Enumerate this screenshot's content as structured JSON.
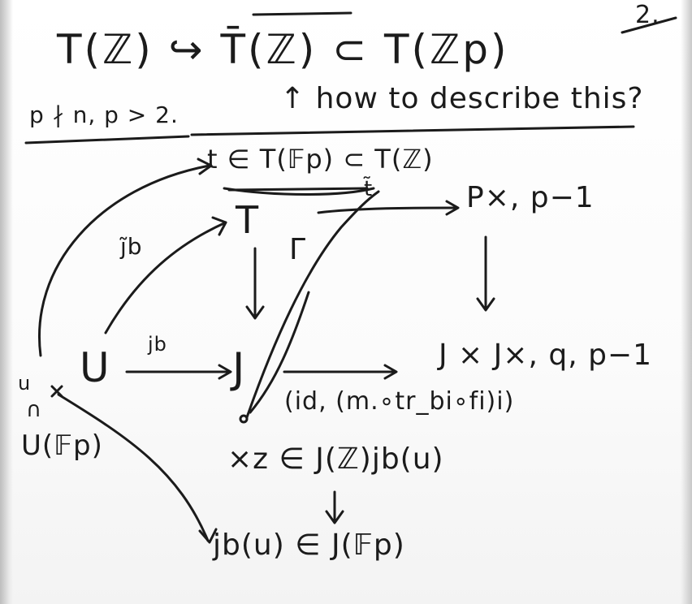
{
  "page": {
    "page_number": "2.",
    "heading": {
      "chain": "T(ℤ) ↪ T̄(ℤ) ⊂ T(ℤp)",
      "condition": "p ∤ n, p > 2.",
      "question": "↑ how to describe this?"
    },
    "diagram": {
      "top_line": "t ∈ T(𝔽p) ⊂ T(ℤ)",
      "t_tilde": "t̃",
      "T": "T",
      "gamma": "Γ",
      "p_units": "P×, p−1",
      "j_b_tilde": "j̃b",
      "U": "U",
      "j_b": "jb",
      "J": "J",
      "J_product": "J × J×, q, p−1",
      "map_label": "(id, (m.∘tr_bi∘fi)i)",
      "u": "u",
      "membership": "∩",
      "U_Fp": "U(𝔽p)",
      "z_in_J": "×z ∈ J(ℤ)jb(u)",
      "jb_u_in_J": "jb(u) ∈ J(𝔽p)"
    }
  }
}
